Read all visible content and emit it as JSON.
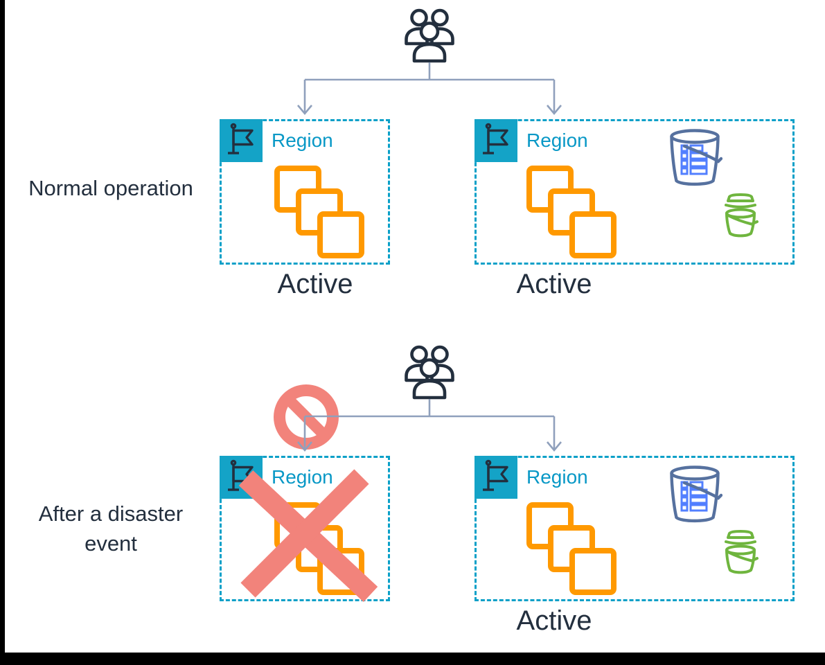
{
  "colors": {
    "navy_text": "#232F3E",
    "region_border_teal": "#0AA0C8",
    "region_text_teal": "#0898C6",
    "flag_background_teal": "#14A3C7",
    "compute_orange": "#FF9900",
    "prohibition_salmon": "#F2837B",
    "connector_gray_blue": "#8FA0BC",
    "bucket_outline_blue": "#56719F",
    "bucket_list_blue": "#527FFF",
    "bucket_green": "#6FB53E",
    "edge_black": "#000000"
  },
  "icons": {
    "users": "users-group-icon",
    "flag": "region-flag-icon",
    "compute": "compute-stack-icon",
    "bucket_with_objects": "s3-bucket-with-objects-icon",
    "bucket": "s3-bucket-icon",
    "prohibition": "no-access-icon",
    "failure_x": "failure-x-icon",
    "connector": "down-arrow-connector"
  },
  "sections": [
    {
      "id": "normal-operation",
      "label": "Normal operation",
      "regions": [
        {
          "label": "Region",
          "status": "Active",
          "has_buckets": false,
          "crossed_out": false
        },
        {
          "label": "Region",
          "status": "Active",
          "has_buckets": true,
          "crossed_out": false
        }
      ]
    },
    {
      "id": "after-disaster",
      "label": "After a disaster event",
      "regions": [
        {
          "label": "Region",
          "status": "",
          "has_buckets": false,
          "crossed_out": true
        },
        {
          "label": "Region",
          "status": "Active",
          "has_buckets": true,
          "crossed_out": false
        }
      ]
    }
  ]
}
